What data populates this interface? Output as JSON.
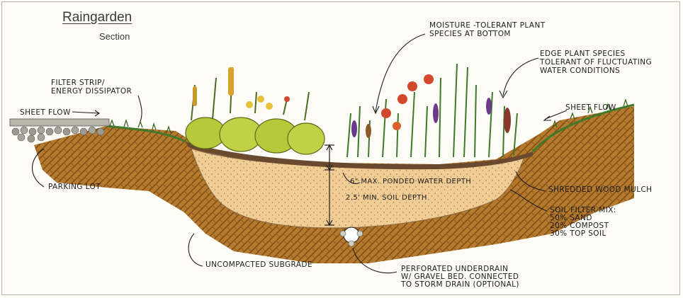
{
  "title": "Raingarden",
  "subtitle": "Section",
  "labels": {
    "moisture_plants": [
      "MOISTURE -TOLERANT PLANT",
      "SPECIES AT BOTTOM"
    ],
    "edge_plants": [
      "EDGE PLANT SPECIES",
      "TOLERANT OF FLUCTUATING",
      "WATER CONDITIONS"
    ],
    "filter_strip": [
      "FILTER STRIP/",
      "ENERGY DISSIPATOR"
    ],
    "sheet_flow_left": "SHEET FLOW",
    "sheet_flow_right": "SHEET FLOW",
    "parking_lot": "PARKING LOT",
    "ponded_water": "6\" MAX. PONDED WATER DEPTH",
    "soil_depth": "2.5' MIN. SOIL DEPTH",
    "wood_mulch": "SHREDDED WOOD MULCH",
    "soil_filter_title": "SOIL FILTER MIX:",
    "soil_filter_items": [
      "50% SAND",
      "20% COMPOST",
      "30% TOP SOIL"
    ],
    "subgrade": "UNCOMPACTED SUBGRADE",
    "underdrain": [
      "PERFORATED UNDERDRAIN",
      "W/ GRAVEL BED. CONNECTED",
      "TO STORM DRAIN (OPTIONAL)"
    ]
  },
  "colors": {
    "subgrade": "#b57a2e",
    "subgrade_hatch": "#7a4a14",
    "soil_mix": "#f1cd96",
    "mulch": "#6a4a2e",
    "grass": "#3f7a2a",
    "shrub": "#b8c83a",
    "flower_red": "#d2482c",
    "flower_purple": "#6c3a8a",
    "flower_yellow": "#e8c23a",
    "gravel": "#8c8c82",
    "pavement": "#b8b6aa"
  }
}
